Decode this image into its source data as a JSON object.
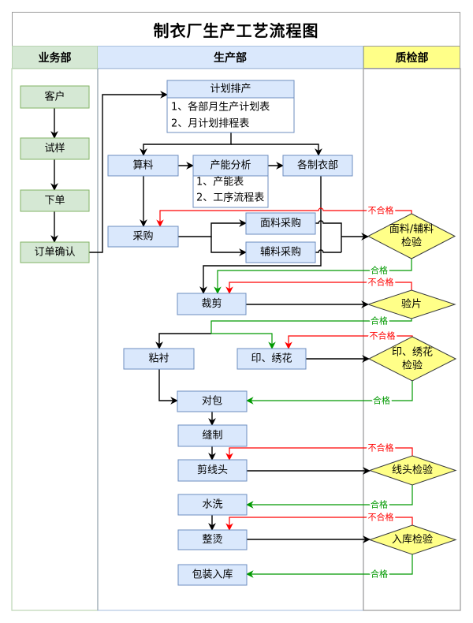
{
  "title": "制衣厂生产工艺流程图",
  "lanes": [
    {
      "name": "业务部"
    },
    {
      "name": "生产部"
    },
    {
      "name": "质检部"
    }
  ],
  "business": {
    "customer": "客户",
    "sample": "试样",
    "order": "下单",
    "order_confirm": "订单确认"
  },
  "production": {
    "plan": {
      "title": "计划排产",
      "items": [
        "1、各部月生产计划表",
        "2、月计划排程表"
      ]
    },
    "calc_material": "算料",
    "capacity": {
      "title": "产能分析",
      "items": [
        "1、产能表",
        "2、工序流程表"
      ]
    },
    "workshops": "各制衣部",
    "purchase": "采购",
    "fabric_purchase": "面料采购",
    "accessory_purchase": "辅料采购",
    "cutting": "裁剪",
    "interlining": "粘衬",
    "print_embroidery": "印、绣花",
    "bundling": "对包",
    "sewing": "缝制",
    "thread_trimming": "剪线头",
    "washing": "水洗",
    "ironing": "整烫",
    "packing_storage": "包装入库"
  },
  "inspection": {
    "material": [
      "面料/辅料",
      "检验"
    ],
    "cut_piece": "验片",
    "print_embroidery": [
      "印、绣花",
      "检验"
    ],
    "thread": "线头检验",
    "warehouse": "入库检验"
  },
  "labels": {
    "pass": "合格",
    "fail": "不合格"
  },
  "colors": {
    "business_lane": "#d5e8d4",
    "production_lane": "#dae8fc",
    "inspection_lane": "#ffff88",
    "pass_line": "#009900",
    "fail_line": "#ff0000"
  }
}
